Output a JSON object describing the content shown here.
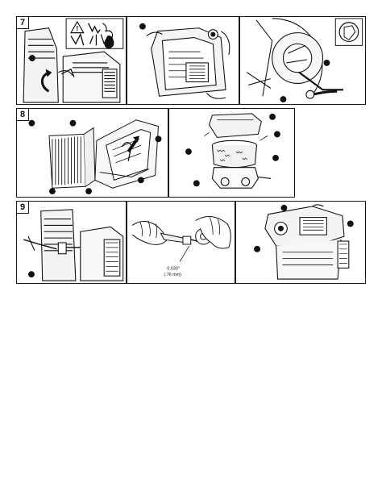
{
  "sections": [
    {
      "number": "7"
    },
    {
      "number": "8"
    },
    {
      "number": "9"
    }
  ],
  "spark_gap": {
    "inch": "0.030\"",
    "mm": "(.76 mm)"
  }
}
